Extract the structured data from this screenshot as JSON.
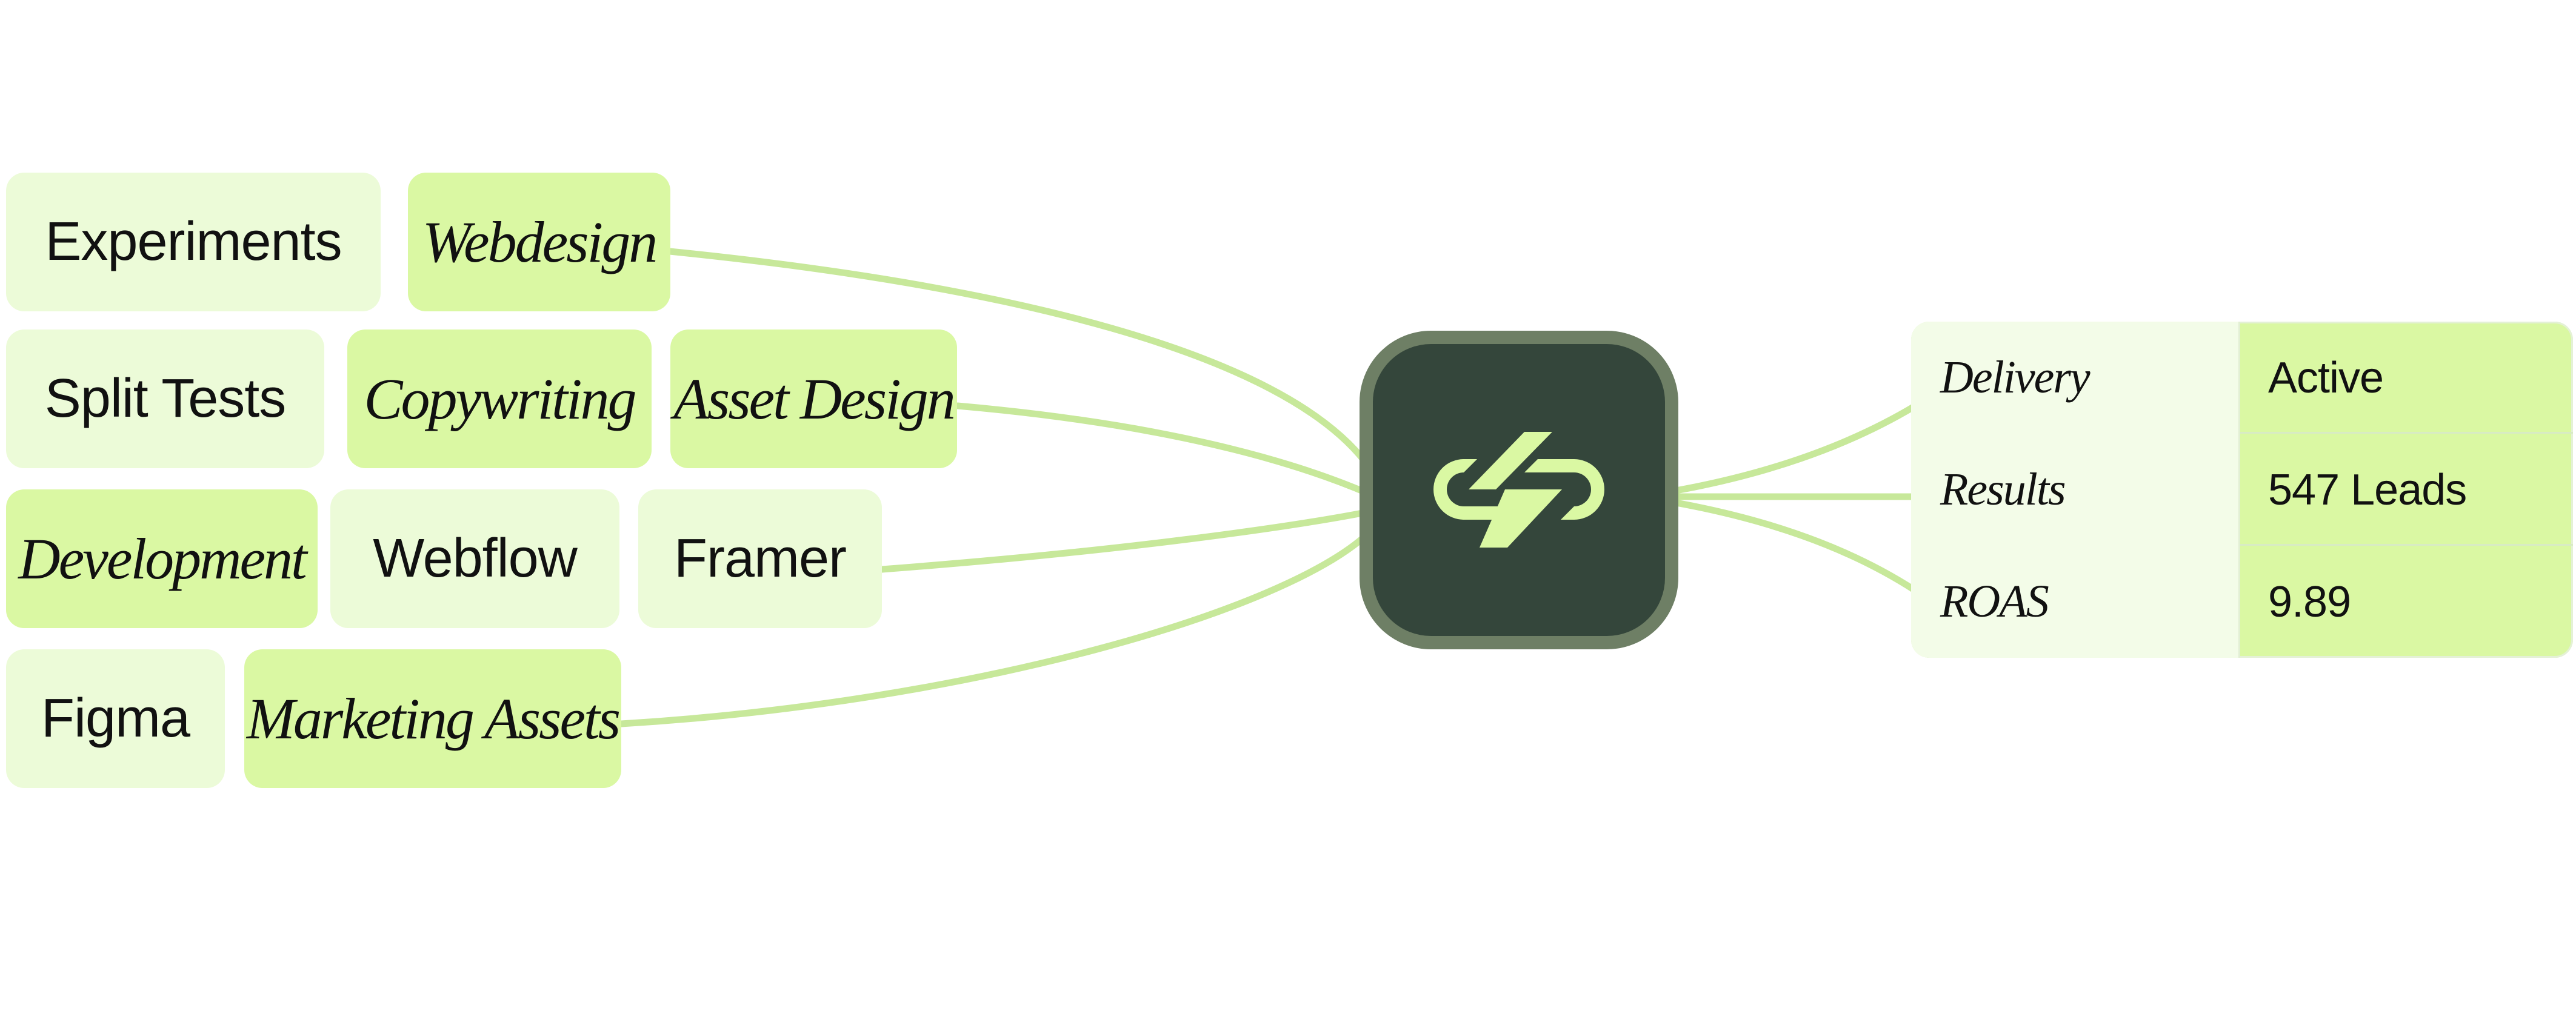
{
  "colors": {
    "light_tag": "#ecfbd8",
    "accent_tag": "#daf8a3",
    "connector": "#c7e89a",
    "hub_fill": "#34463b",
    "hub_border": "#6e7f65",
    "logo_mark": "#daf8a3"
  },
  "hub": {
    "icon": "chain-link-logo-icon"
  },
  "tags": [
    {
      "label": "Experiments",
      "style": "light"
    },
    {
      "label": "Webdesign",
      "style": "accent"
    },
    {
      "label": "Split Tests",
      "style": "light"
    },
    {
      "label": "Copywriting",
      "style": "accent"
    },
    {
      "label": "Asset Design",
      "style": "accent"
    },
    {
      "label": "Development",
      "style": "accent"
    },
    {
      "label": "Webflow",
      "style": "light"
    },
    {
      "label": "Framer",
      "style": "light"
    },
    {
      "label": "Figma",
      "style": "light"
    },
    {
      "label": "Marketing Assets",
      "style": "accent"
    }
  ],
  "status": {
    "rows": [
      {
        "key": "Delivery",
        "value": "Active"
      },
      {
        "key": "Results",
        "value": "547 Leads"
      },
      {
        "key": "ROAS",
        "value": "9.89"
      }
    ]
  }
}
